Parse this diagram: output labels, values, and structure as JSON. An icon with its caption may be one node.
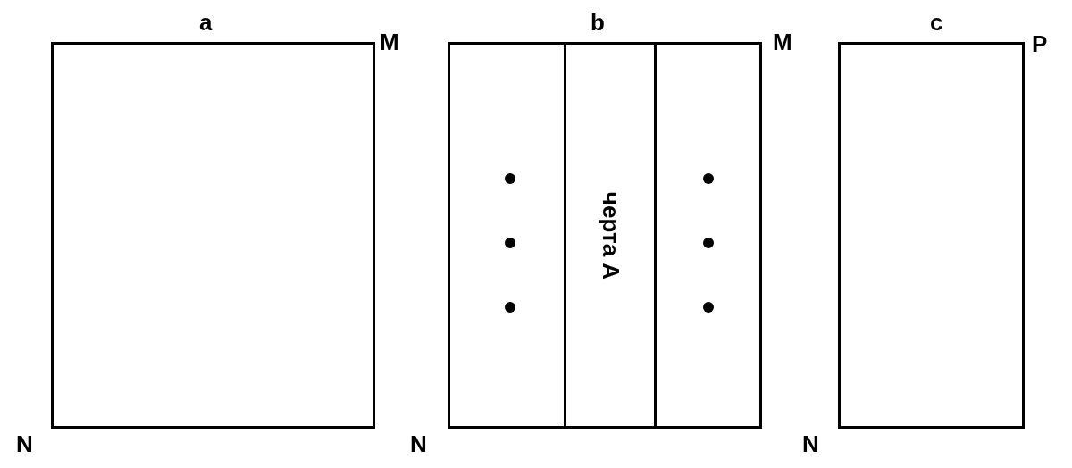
{
  "diagram": {
    "nodes": [
      {
        "text": [
          "a"
        ]
      },
      {
        "text": [
          "b"
        ]
      },
      {
        "text": [],
        "shape": "box",
        "in": 1
      },
      {
        "text": [
          "черта А"
        ],
        "in": 1
      },
      {
        "text": [],
        "shape": "box",
        "in": 1
      },
      {
        "text": [
          "c"
        ]
      }
    ],
    "labels": [
      "M",
      "M",
      "P",
      "N",
      "N",
      "N"
    ]
  }
}
